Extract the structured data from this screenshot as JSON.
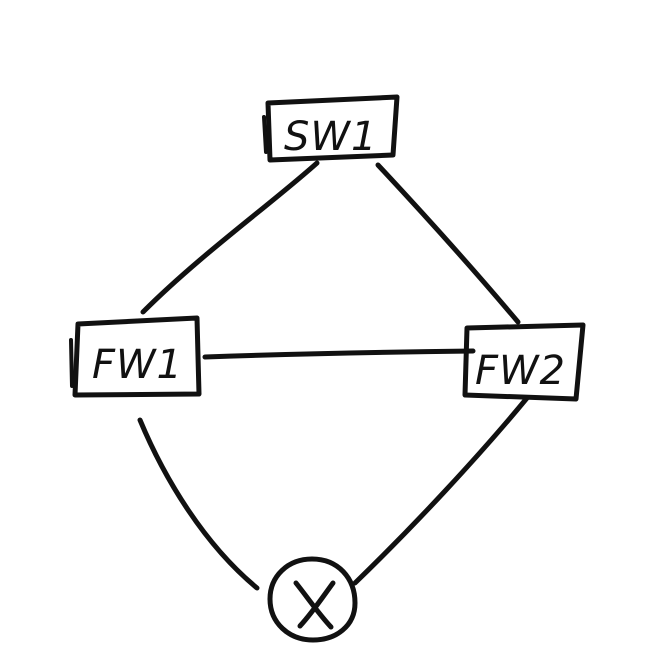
{
  "diagram": {
    "nodes": [
      {
        "id": "sw1",
        "label": "SW1",
        "kind": "switch"
      },
      {
        "id": "fw1",
        "label": "FW1",
        "kind": "firewall"
      },
      {
        "id": "fw2",
        "label": "FW2",
        "kind": "firewall"
      },
      {
        "id": "router",
        "label": "",
        "kind": "router"
      }
    ],
    "links": [
      {
        "from": "sw1",
        "to": "fw1"
      },
      {
        "from": "sw1",
        "to": "fw2"
      },
      {
        "from": "fw1",
        "to": "fw2"
      },
      {
        "from": "fw1",
        "to": "router"
      },
      {
        "from": "fw2",
        "to": "router"
      }
    ],
    "colors": {
      "ink": "#111111",
      "background": "#ffffff"
    },
    "icons": {
      "router": "router-x-icon"
    }
  }
}
